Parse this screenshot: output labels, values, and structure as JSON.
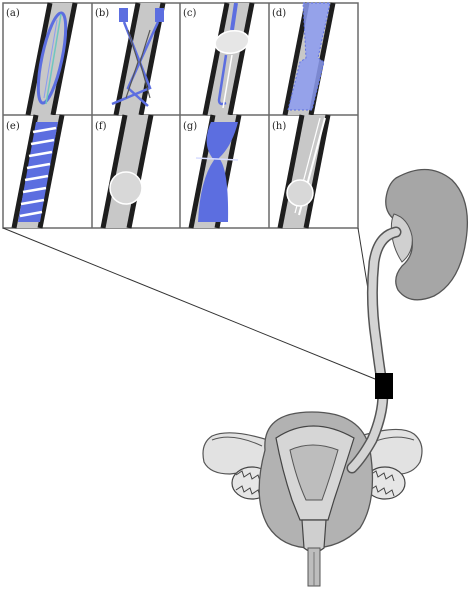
{
  "panels": [
    {
      "label": "(a)"
    },
    {
      "label": "(b)"
    },
    {
      "label": "(c)"
    },
    {
      "label": "(d)"
    },
    {
      "label": "(e)"
    },
    {
      "label": "(f)"
    },
    {
      "label": "(g)"
    },
    {
      "label": "(h)"
    }
  ],
  "colors": {
    "vessel_fill": "#c8c8c8",
    "vessel_wall": "#1e1e1e",
    "device_blue": "#5c6ee0",
    "device_blue_light": "#8c9bf0",
    "organ_fill": "#a9a9a9",
    "organ_light": "#d4d4d4",
    "ureter_marker": "#000000"
  }
}
